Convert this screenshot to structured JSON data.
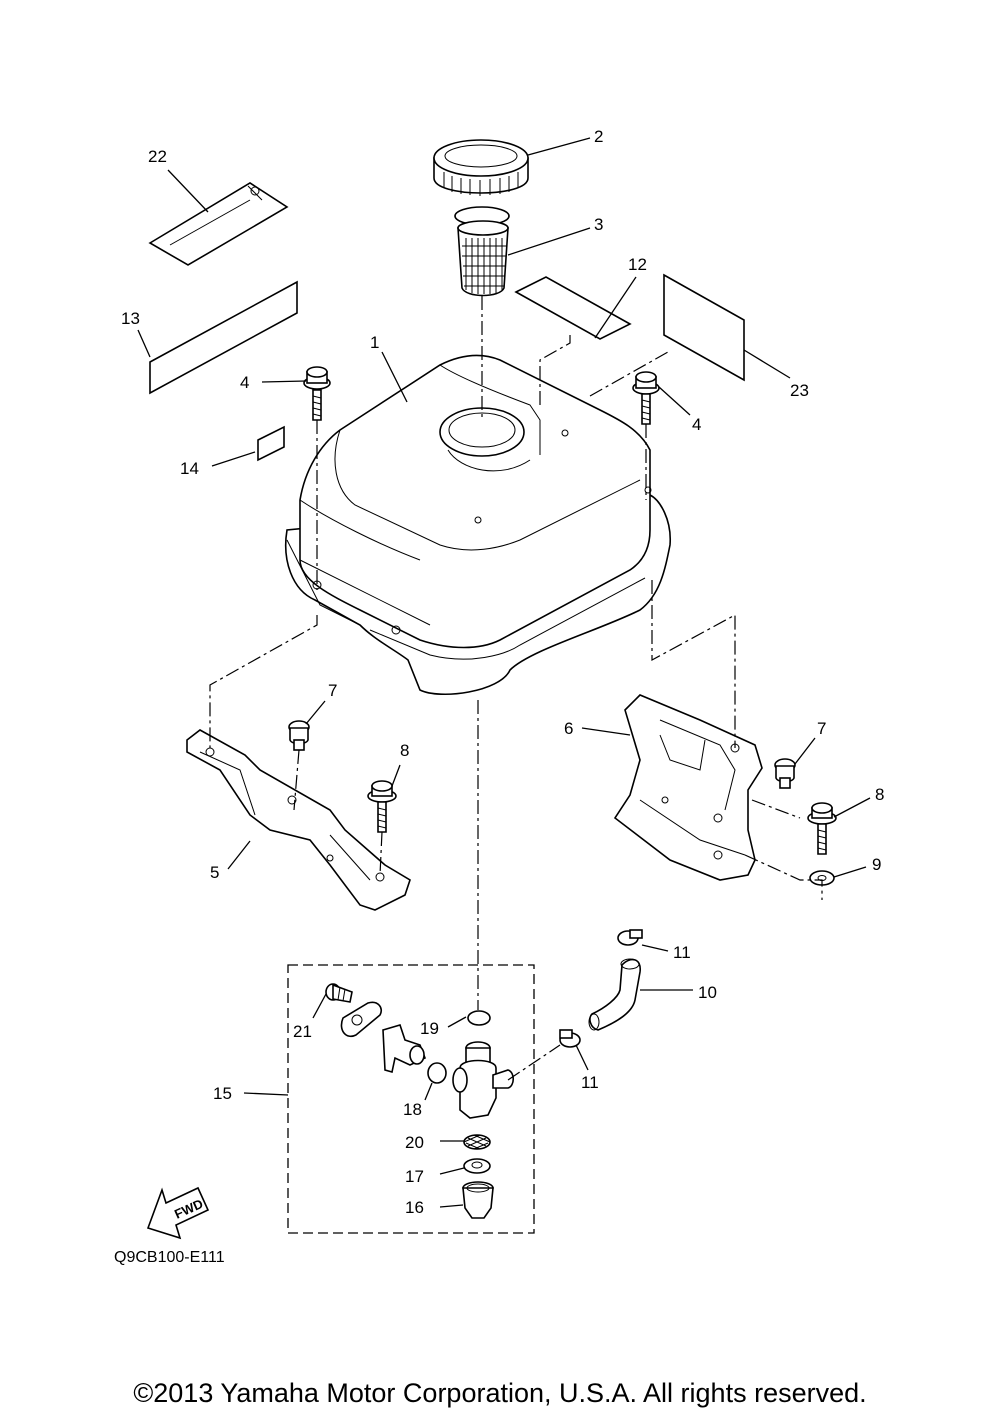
{
  "diagram": {
    "callouts": {
      "p1": "1",
      "p2": "2",
      "p3": "3",
      "p4a": "4",
      "p4b": "4",
      "p5": "5",
      "p6": "6",
      "p7a": "7",
      "p7b": "7",
      "p8a": "8",
      "p8b": "8",
      "p9": "9",
      "p10": "10",
      "p11a": "11",
      "p11b": "11",
      "p12": "12",
      "p13": "13",
      "p14": "14",
      "p15": "15",
      "p16": "16",
      "p17": "17",
      "p18": "18",
      "p19": "19",
      "p20": "20",
      "p21": "21",
      "p22": "22",
      "p23": "23"
    },
    "fwd_label": "FWD",
    "diagram_code": "Q9CB100-E111"
  },
  "footer": {
    "copyright": "©2013 Yamaha Motor Corporation, U.S.A. All rights reserved."
  }
}
